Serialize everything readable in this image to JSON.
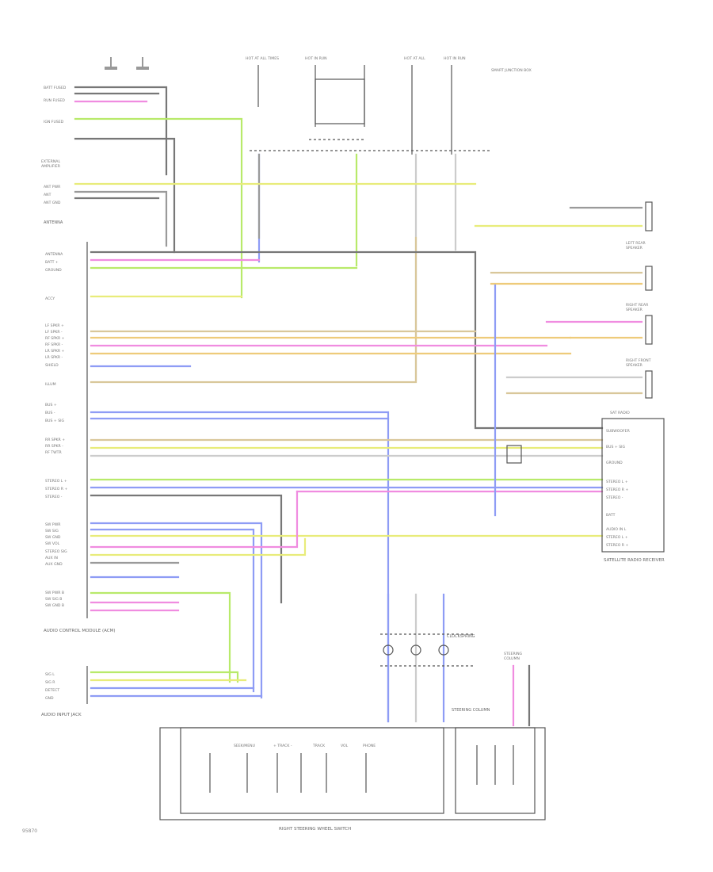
{
  "modules": {
    "audio_control_module": "AUDIO CONTROL MODULE (ACM)",
    "satellite_radio": "SATELLITE RADIO RECEIVER",
    "steering_wheel_switch": "RIGHT STEERING WHEEL SWITCH",
    "audio_input_jack": "AUDIO INPUT JACK",
    "clockspring": "CLOCKSPRING",
    "steering_column": "STEERING COLUMN"
  },
  "labels": {
    "antenna": "ANTENNA",
    "diagram_code": "95870"
  },
  "colors": {
    "green": "#b8ea6a",
    "yellow": "#e8ec7a",
    "pink": "#f08ce0",
    "orange": "#eecb7a",
    "violet": "#b08ff0",
    "blue": "#8e9cf5",
    "black": "#555555",
    "gray": "#9a9a9a",
    "lightgray": "#cccccc",
    "tan": "#d9c79a"
  }
}
